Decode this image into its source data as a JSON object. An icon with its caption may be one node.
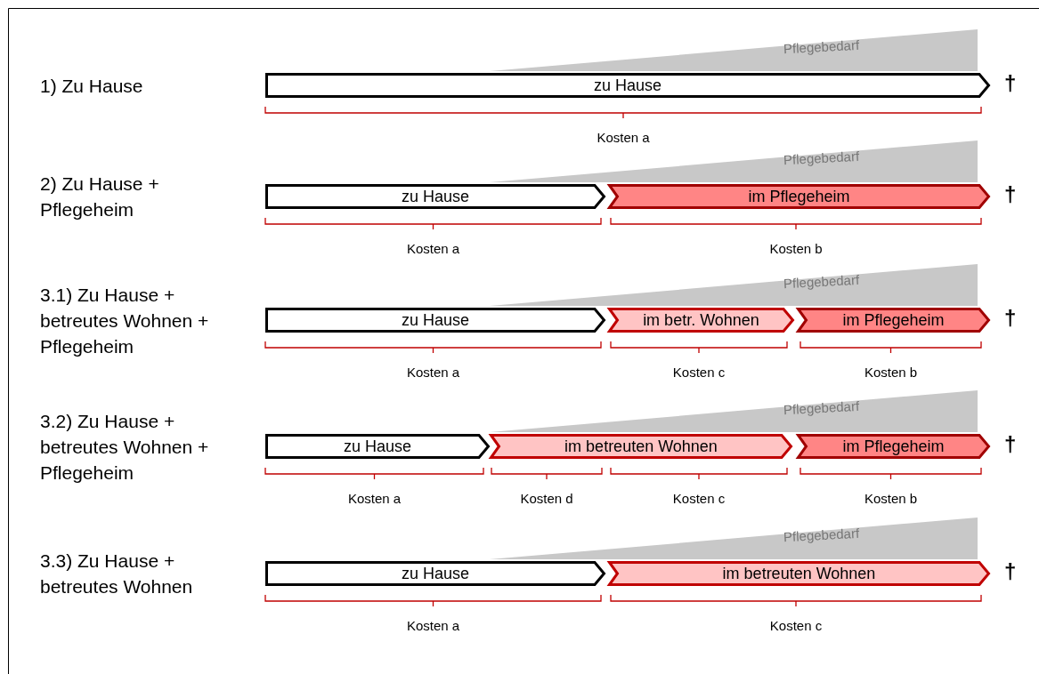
{
  "diagram": {
    "nodes": [
      {
        "text": [
          "zu Hause"
        ],
        "beside": [
          "†"
        ]
      },
      {
        "text": [
          "zu Hause"
        ]
      },
      {
        "text": [
          "im Pflegeheim"
        ],
        "beside": [
          "†"
        ]
      },
      {
        "text": [
          "zu Hause"
        ]
      },
      {
        "text": [
          "im betr. Wohnen"
        ]
      },
      {
        "text": [
          "im Pflegeheim"
        ],
        "beside": [
          "†"
        ]
      },
      {
        "text": [
          "zu Hause"
        ]
      },
      {
        "text": [
          "im betreuten Wohnen"
        ]
      },
      {
        "text": [
          "im Pflegeheim"
        ],
        "beside": [
          "†"
        ]
      },
      {
        "text": [
          "zu Hause"
        ]
      },
      {
        "text": [
          "im betreuten Wohnen"
        ],
        "beside": [
          "†"
        ]
      }
    ],
    "labels": [
      "1) Zu Hause",
      "Pflegebedarf",
      "Kosten a",
      "2) Zu Hause + Pflegeheim",
      "Pflegebedarf",
      "Kosten a",
      "Kosten b",
      "3.1) Zu Hause + betreutes Wohnen + Pflegeheim",
      "Pflegebedarf",
      "Kosten a",
      "Kosten c",
      "Kosten b",
      "3.2) Zu Hause + betreutes Wohnen + Pflegeheim",
      "Pflegebedarf",
      "Kosten a",
      "Kosten d",
      "Kosten c",
      "Kosten b",
      "3.3) Zu Hause + betreutes Wohnen",
      "Pflegebedarf",
      "Kosten a",
      "Kosten c"
    ]
  }
}
